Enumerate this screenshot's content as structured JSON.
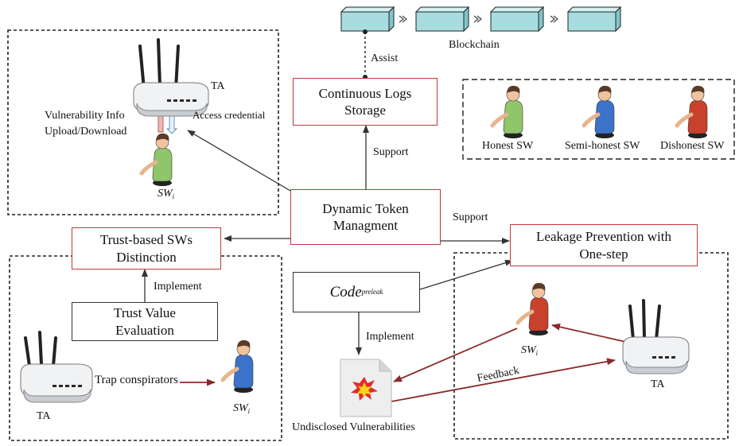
{
  "colors": {
    "red": "#c0393b",
    "arrow_dark": "#333333",
    "arrow_red": "#8b2a2a",
    "block_fill": "#a8dde0",
    "honest": "#8fc66a",
    "semi_honest": "#3a73c9",
    "dishonest": "#c8412c"
  },
  "blockchain": {
    "label": "Blockchain"
  },
  "boxes": {
    "continuous_logs": "Continuous Logs Storage",
    "dynamic_token": "Dynamic Token Managment",
    "trust_based": "Trust-based SWs Distinction",
    "trust_value": "Trust Value Evaluation",
    "code_main": "Code",
    "code_sub": "preleak",
    "leakage": "Leakage Prevention with One-step"
  },
  "edges": {
    "assist": "Assist",
    "support_up": "Support",
    "support_right": "Support",
    "implement_left": "Implement",
    "implement_center": "Implement",
    "feedback": "Feedback",
    "trap": "Trap conspirators",
    "access_credential": "Access credential"
  },
  "labels": {
    "ta_top": "TA",
    "vuln_info": "Vulnerability Info",
    "upload_download": "Upload/Download",
    "sw_main": "SW",
    "sw_sub": "i",
    "ta_bottom_left": "TA",
    "ta_bottom_right": "TA",
    "undisclosed": "Undisclosed Vulnerabilities"
  },
  "legend": {
    "items": [
      {
        "label": "Honest SW",
        "color": "honest"
      },
      {
        "label": "Semi-honest SW",
        "color": "semi_honest"
      },
      {
        "label": "Dishonest SW",
        "color": "dishonest"
      }
    ]
  }
}
